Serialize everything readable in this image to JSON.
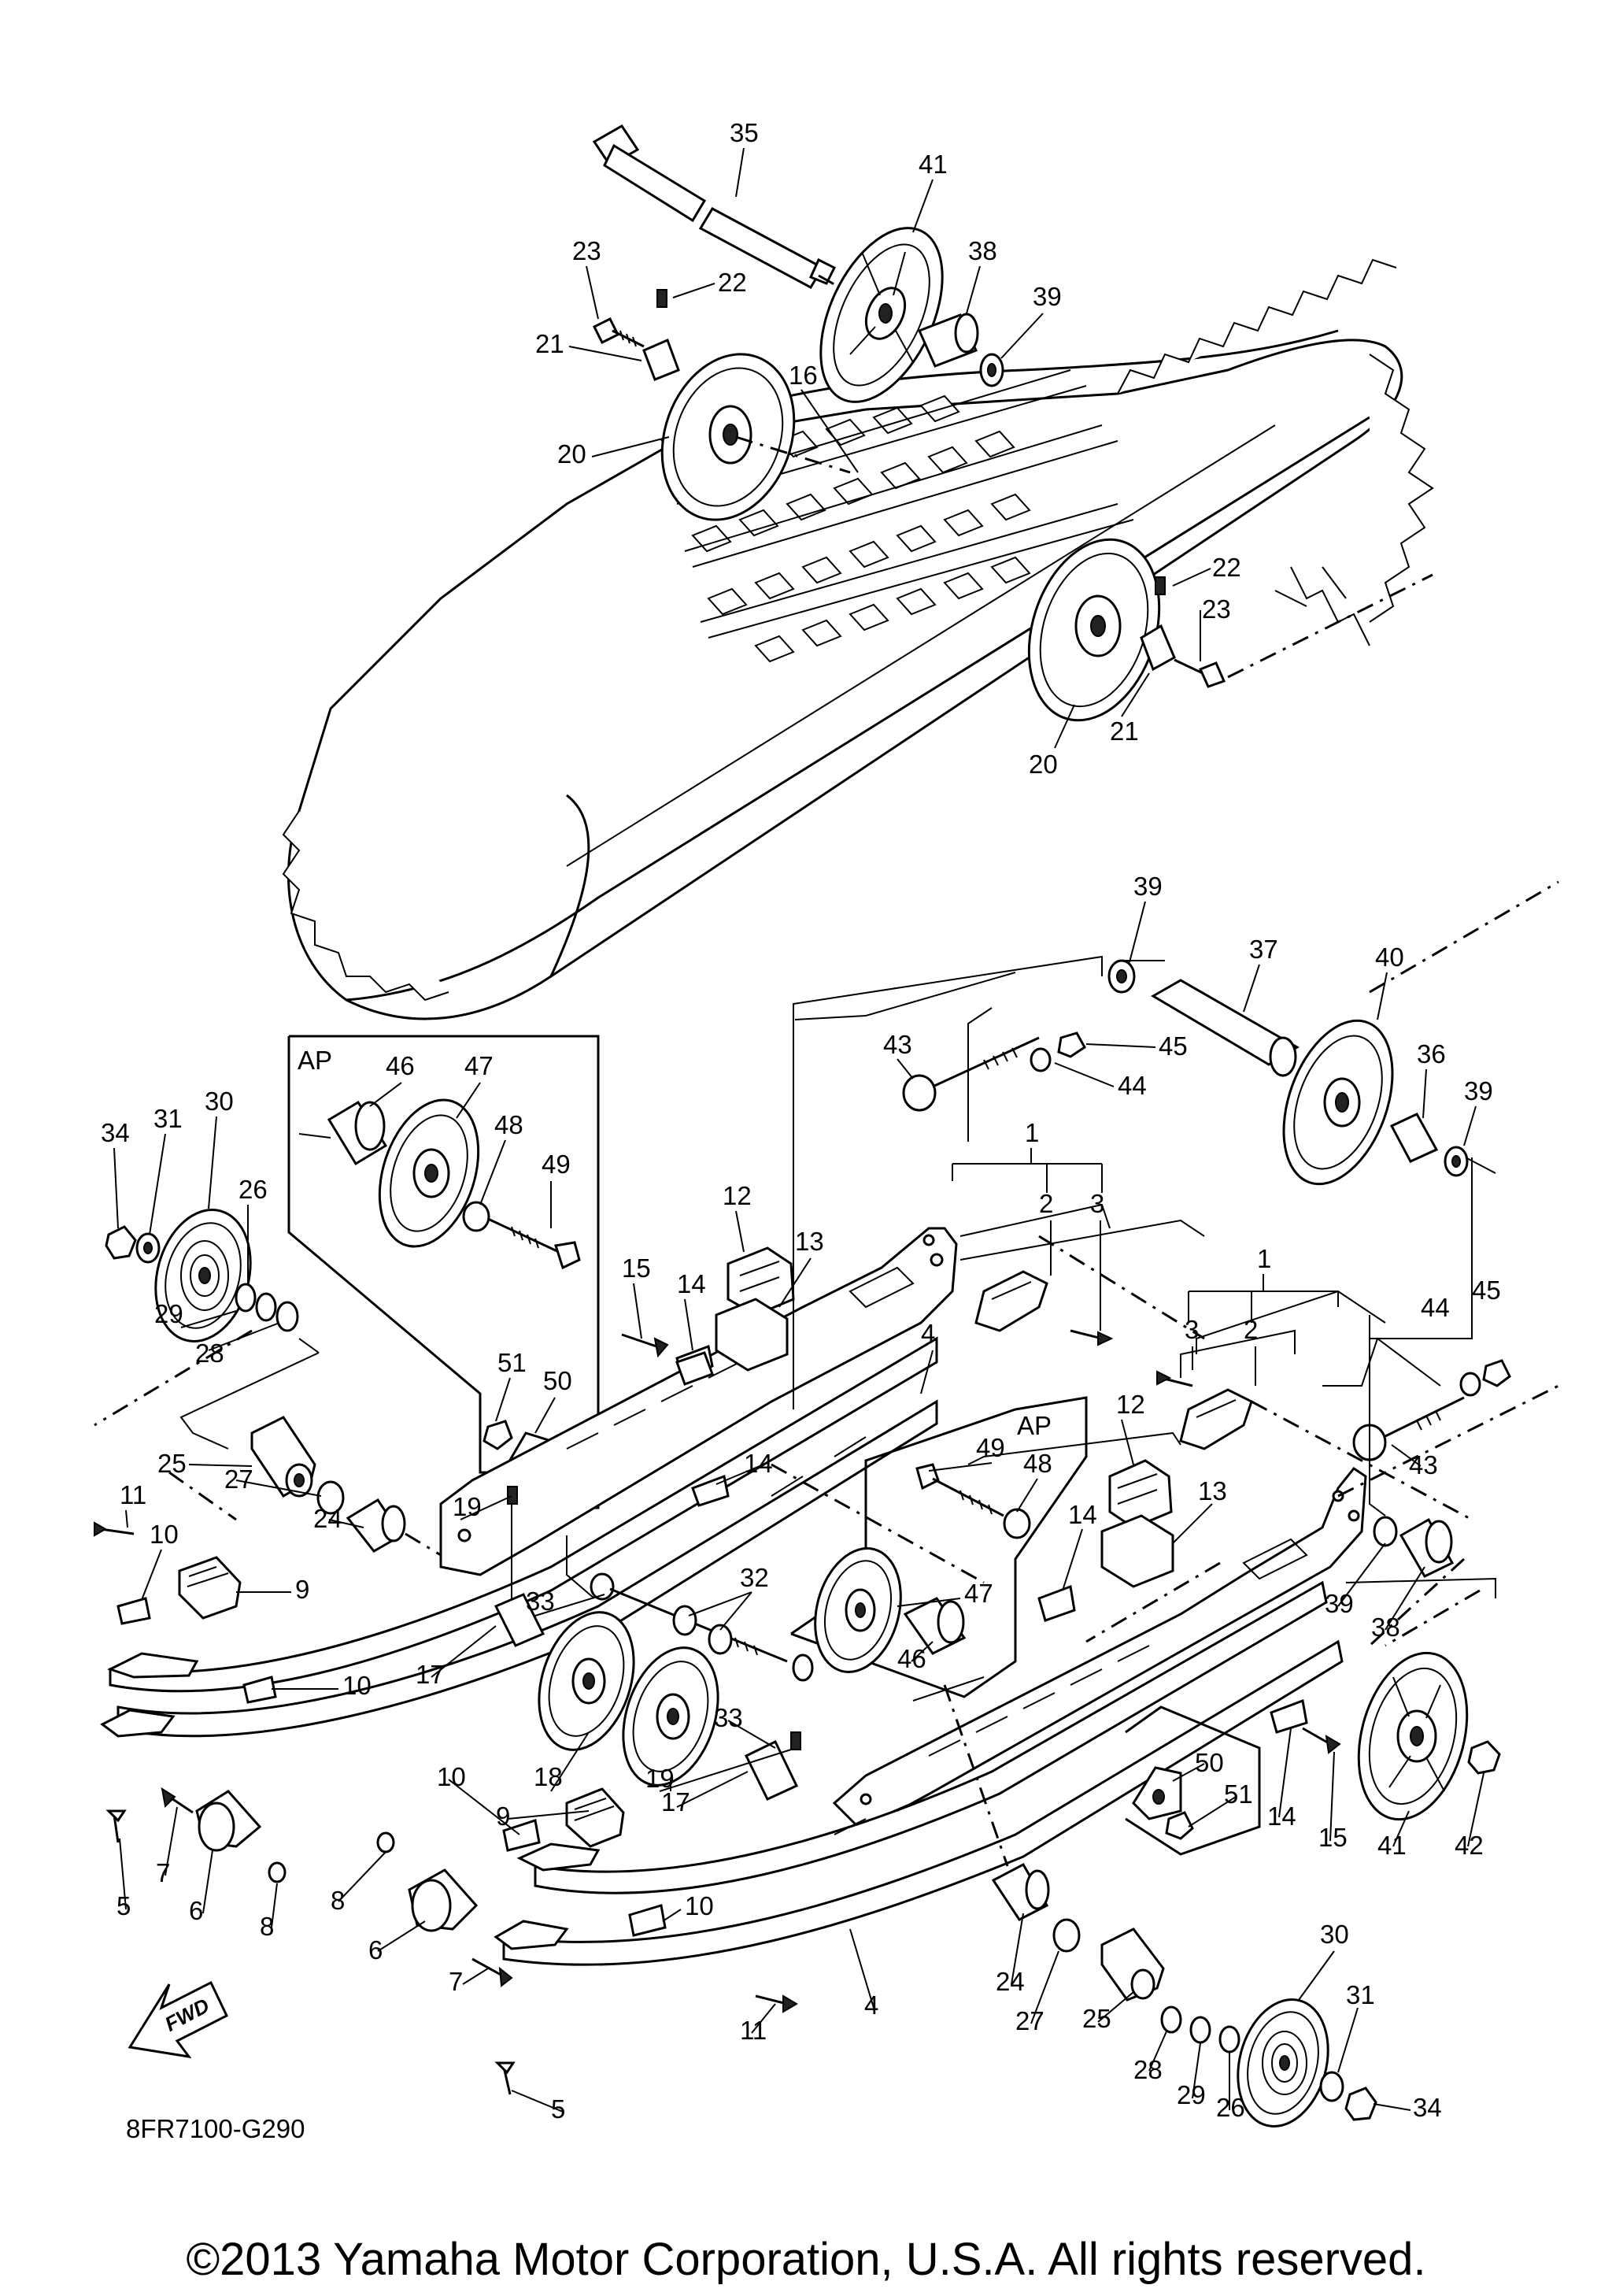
{
  "copyright": "©2013 Yamaha Motor Corporation, U.S.A. All rights reserved.",
  "diagram_code": "8FR7100-G290",
  "fwd_label": "FWD",
  "ap_label": "AP",
  "callouts": [
    "1",
    "2",
    "3",
    "4",
    "5",
    "6",
    "7",
    "8",
    "9",
    "10",
    "11",
    "12",
    "13",
    "14",
    "15",
    "16",
    "17",
    "18",
    "19",
    "20",
    "21",
    "22",
    "23",
    "24",
    "25",
    "26",
    "27",
    "28",
    "29",
    "30",
    "31",
    "32",
    "33",
    "34",
    "35",
    "36",
    "37",
    "38",
    "39",
    "40",
    "41",
    "42",
    "43",
    "44",
    "45",
    "46",
    "47",
    "48",
    "49",
    "50",
    "51"
  ]
}
